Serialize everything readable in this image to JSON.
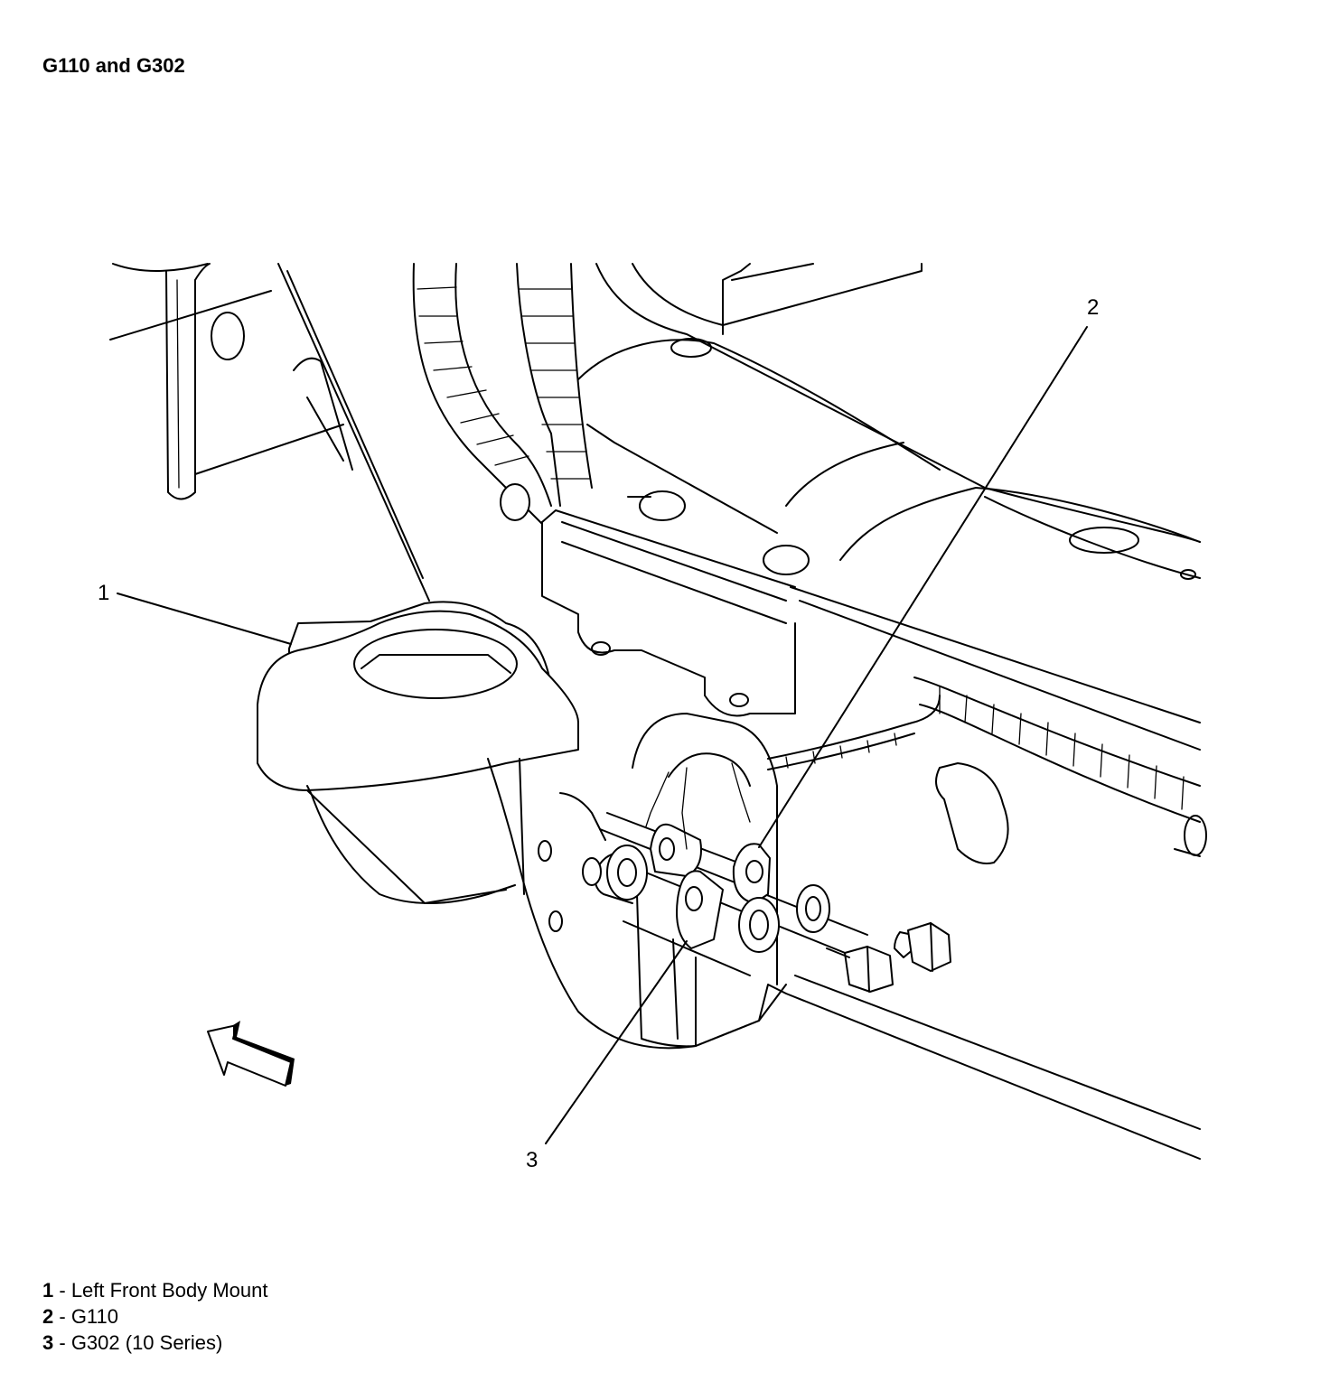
{
  "title": "G110 and G302",
  "callouts": [
    {
      "number": "1",
      "description": "Left Front Body Mount"
    },
    {
      "number": "2",
      "description": "G110"
    },
    {
      "number": "3",
      "description": "G302 (10 Series)"
    }
  ],
  "legend_separator": " - "
}
